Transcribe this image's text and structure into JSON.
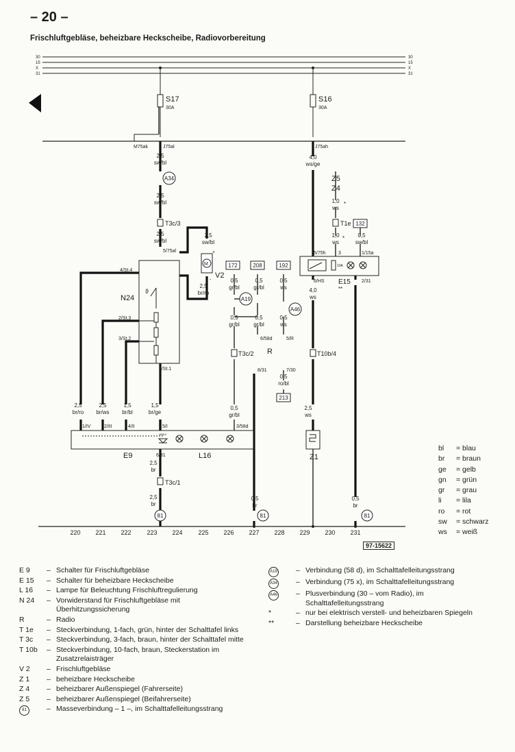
{
  "page_number": "– 20 –",
  "title": "Frischluftgebläse, beheizbare Heckscheibe, Radiovorbereitung",
  "bus": {
    "lines": [
      "30",
      "15",
      "X",
      "31"
    ]
  },
  "fuses": [
    {
      "name": "S17",
      "rating": "30A"
    },
    {
      "name": "S16",
      "rating": "30A"
    }
  ],
  "diagram": {
    "connectors": {
      "m75ak": "M75ak",
      "j75al": "J75al",
      "j75ah": "J75ah",
      "t3c3": "T3c/3",
      "t3c2": "T3c/2",
      "t3c1": "T3c/1",
      "t1e": "T1e",
      "t10b4": "T10b/4",
      "p5_75al": "5/75al",
      "p5_75h": "5/75h",
      "p6_hs": "6/HS",
      "p1_15a": "1/15a",
      "p2_31": "2/31",
      "p3": "3",
      "p4_st4": "4/St.4",
      "p2_st3": "2/St.3",
      "p3_st2": "3/St.2",
      "p1_st1": "1/St.1",
      "p6_58d": "6/58d",
      "p5_r": "5/R",
      "p8_31": "8/31",
      "p7_30": "7/30",
      "p1_iv": "1/IV",
      "p2_iii": "2/III",
      "p4_ii": "4/II",
      "p5_i": "5/I",
      "p3_58d": "3/58d",
      "p6_31": "6/31",
      "dash_plus": "+",
      "dash_minus": "-",
      "ast1": "*",
      "ast2": "*",
      "ast3": "**"
    },
    "wires": {
      "w1": {
        "size": "2,5",
        "color": "sw/bl"
      },
      "w2": {
        "size": "2,5",
        "color": "sw/bl"
      },
      "w3": {
        "size": "2,5",
        "color": "sw/bl"
      },
      "w4": {
        "size": "2,5",
        "color": "sw/bl"
      },
      "w5": {
        "size": "2,5",
        "color": "br/ro"
      },
      "w6": {
        "size": "0,5",
        "color": "gr/bl"
      },
      "w7": {
        "size": "0,5",
        "color": "gr/bl"
      },
      "w8": {
        "size": "0,5",
        "color": "ws"
      },
      "w9": {
        "size": "0,5",
        "color": "gr/bl"
      },
      "w10": {
        "size": "0,5",
        "color": "gr/bl"
      },
      "w11": {
        "size": "0,5",
        "color": "ws"
      },
      "w12": {
        "size": "0,5",
        "color": "ro/bl"
      },
      "w13": {
        "size": "0,5",
        "color": "gr/bl"
      },
      "w14": {
        "size": "4,0",
        "color": "ws/ge"
      },
      "w15": {
        "size": "1,0",
        "color": "ws"
      },
      "w16": {
        "size": "1,0",
        "color": "ws"
      },
      "w17": {
        "size": "0,5",
        "color": "sw/bl"
      },
      "w18": {
        "size": "4,0",
        "color": "ws"
      },
      "w19": {
        "size": "2,5",
        "color": "ws"
      },
      "w20": {
        "size": "2,5",
        "color": "br/ro"
      },
      "w21": {
        "size": "2,5",
        "color": "br/ws"
      },
      "w22": {
        "size": "1,5",
        "color": "br/bl"
      },
      "w23": {
        "size": "1,5",
        "color": "br/ge"
      },
      "w24": {
        "size": "2,5",
        "color": "br"
      },
      "w25": {
        "size": "2,5",
        "color": "br"
      },
      "w26": {
        "size": "0,5",
        "color": "br"
      },
      "w27": {
        "size": "0,5",
        "color": "br"
      }
    },
    "boxes": [
      "172",
      "208",
      "192",
      "132",
      "213"
    ],
    "circles": {
      "a34": "A34",
      "a19": "A19",
      "a46": "A46",
      "g81a": "81",
      "g81b": "81",
      "g81c": "81"
    },
    "components": {
      "n24": "N24",
      "v2": "V2",
      "motor": "M",
      "r": "R",
      "e9": "E9",
      "l16": "L16",
      "e15": "E15",
      "z1": "Z1",
      "z5": "Z5",
      "z4": "Z4",
      "fuse10a": "10A",
      "e9code": "48810"
    },
    "track_numbers": [
      "220",
      "221",
      "222",
      "223",
      "224",
      "225",
      "226",
      "227",
      "228",
      "229",
      "230",
      "231"
    ]
  },
  "figure_id": "97-15622",
  "color_codes": [
    {
      "code": "bl",
      "name": "= blau"
    },
    {
      "code": "br",
      "name": "= braun"
    },
    {
      "code": "ge",
      "name": "= gelb"
    },
    {
      "code": "gn",
      "name": "= grün"
    },
    {
      "code": "gr",
      "name": "= grau"
    },
    {
      "code": "li",
      "name": "= lila"
    },
    {
      "code": "ro",
      "name": "= rot"
    },
    {
      "code": "sw",
      "name": "= schwarz"
    },
    {
      "code": "ws",
      "name": "= weiß"
    }
  ],
  "legend_left": [
    {
      "code": "E 9",
      "desc": "Schalter für Frischluftgebläse"
    },
    {
      "code": "E 15",
      "desc": "Schalter für beheizbare Heckscheibe"
    },
    {
      "code": "L 16",
      "desc": "Lampe für Beleuchtung Frischluftregulierung"
    },
    {
      "code": "N 24",
      "desc": "Vorwiderstand für Frischluftgebläse mit Überhitzungssicherung"
    },
    {
      "code": "R",
      "desc": "Radio"
    },
    {
      "code": "T 1e",
      "desc": "Steckverbindung, 1-fach, grün, hinter der Schalttafel links"
    },
    {
      "code": "T 3c",
      "desc": "Steckverbindung, 3-fach, braun, hinter der Schalttafel mitte"
    },
    {
      "code": "T 10b",
      "desc": "Steckverbindung, 10-fach, braun, Steckerstation im Zusatzrelaisträger"
    },
    {
      "code": "V 2",
      "desc": "Frischluftgebläse"
    },
    {
      "code": "Z 1",
      "desc": "beheizbare Heckscheibe"
    },
    {
      "code": "Z 4",
      "desc": "beheizbarer Außenspiegel (Fahrerseite)"
    },
    {
      "code": "Z 5",
      "desc": "beheizbarer Außenspiegel (Beifahrerseite)"
    },
    {
      "code": "81",
      "desc": "Masseverbindung – 1 –, im Schalttafelleitungsstrang"
    }
  ],
  "legend_right": [
    {
      "sym": "A19",
      "desc": "Verbindung (58 d), im Schalttafelleitungsstrang"
    },
    {
      "sym": "A34",
      "desc": "Verbindung (75 x), im Schalttafelleitungsstrang"
    },
    {
      "sym": "A46",
      "desc": "Plusverbindung (30 – vom Radio), im Schalttafelleitungsstrang"
    },
    {
      "sym": "*",
      "desc": "nur bei elektrisch verstell- und beheizbaren Spiegeln"
    },
    {
      "sym": "**",
      "desc": "Darstellung beheizbare Heckscheibe"
    }
  ]
}
